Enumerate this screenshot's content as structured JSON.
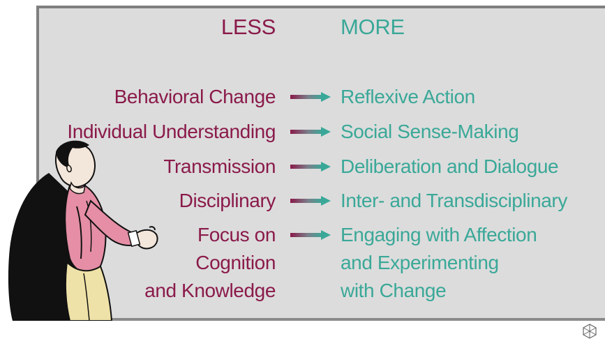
{
  "headers": {
    "less": "LESS",
    "more": "MORE"
  },
  "rows": [
    {
      "less": [
        "Behavioral Change"
      ],
      "more": [
        "Reflexive Action"
      ]
    },
    {
      "less": [
        "Individual Understanding"
      ],
      "more": [
        "Social Sense-Making"
      ]
    },
    {
      "less": [
        "Transmission"
      ],
      "more": [
        "Deliberation and Dialogue"
      ]
    },
    {
      "less": [
        "Disciplinary"
      ],
      "more": [
        "Inter- and Transdisciplinary"
      ]
    },
    {
      "less": [
        "Focus on",
        "Cognition",
        "and Knowledge"
      ],
      "more": [
        "Engaging with Affection",
        "and Experimenting",
        "with Change"
      ]
    }
  ],
  "colors": {
    "less": "#8a1a4a",
    "more": "#3aa898",
    "board": "#dcdcdc",
    "frame": "#7f7f7f"
  },
  "icons": {
    "arrow": "gradient-right-arrow-icon",
    "figure": "presenter-figure",
    "corner": "cube-logo-icon"
  }
}
